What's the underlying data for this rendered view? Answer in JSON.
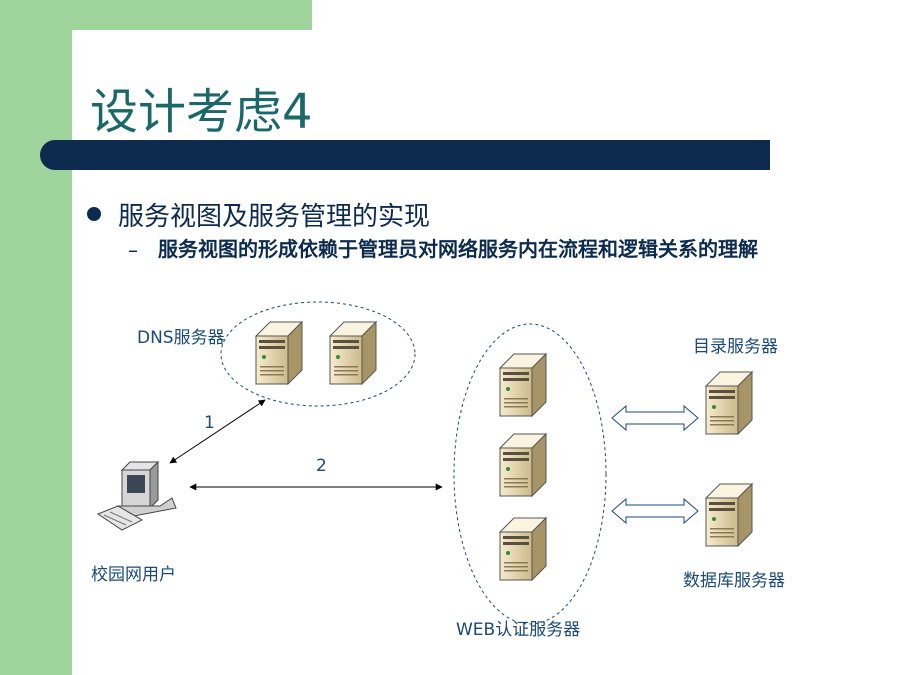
{
  "slide": {
    "title": "设计考虑4",
    "bullet": "服务视图及服务管理的实现",
    "sub_bullet": "服务视图的形成依赖于管理员对网络服务内在流程和逻辑关系的理解",
    "dash": "–"
  },
  "diagram": {
    "dns_label": "DNS服务器",
    "directory_label": "目录服务器",
    "user_label": "校园网用户",
    "database_label": "数据库服务器",
    "web_label": "WEB认证服务器",
    "link1_label": "1",
    "link2_label": "2"
  },
  "colors": {
    "sidebar_green": "#9fd49c",
    "band_navy": "#0d2b4f",
    "title_teal": "#1a6868",
    "label_blue": "#1a4a78"
  }
}
